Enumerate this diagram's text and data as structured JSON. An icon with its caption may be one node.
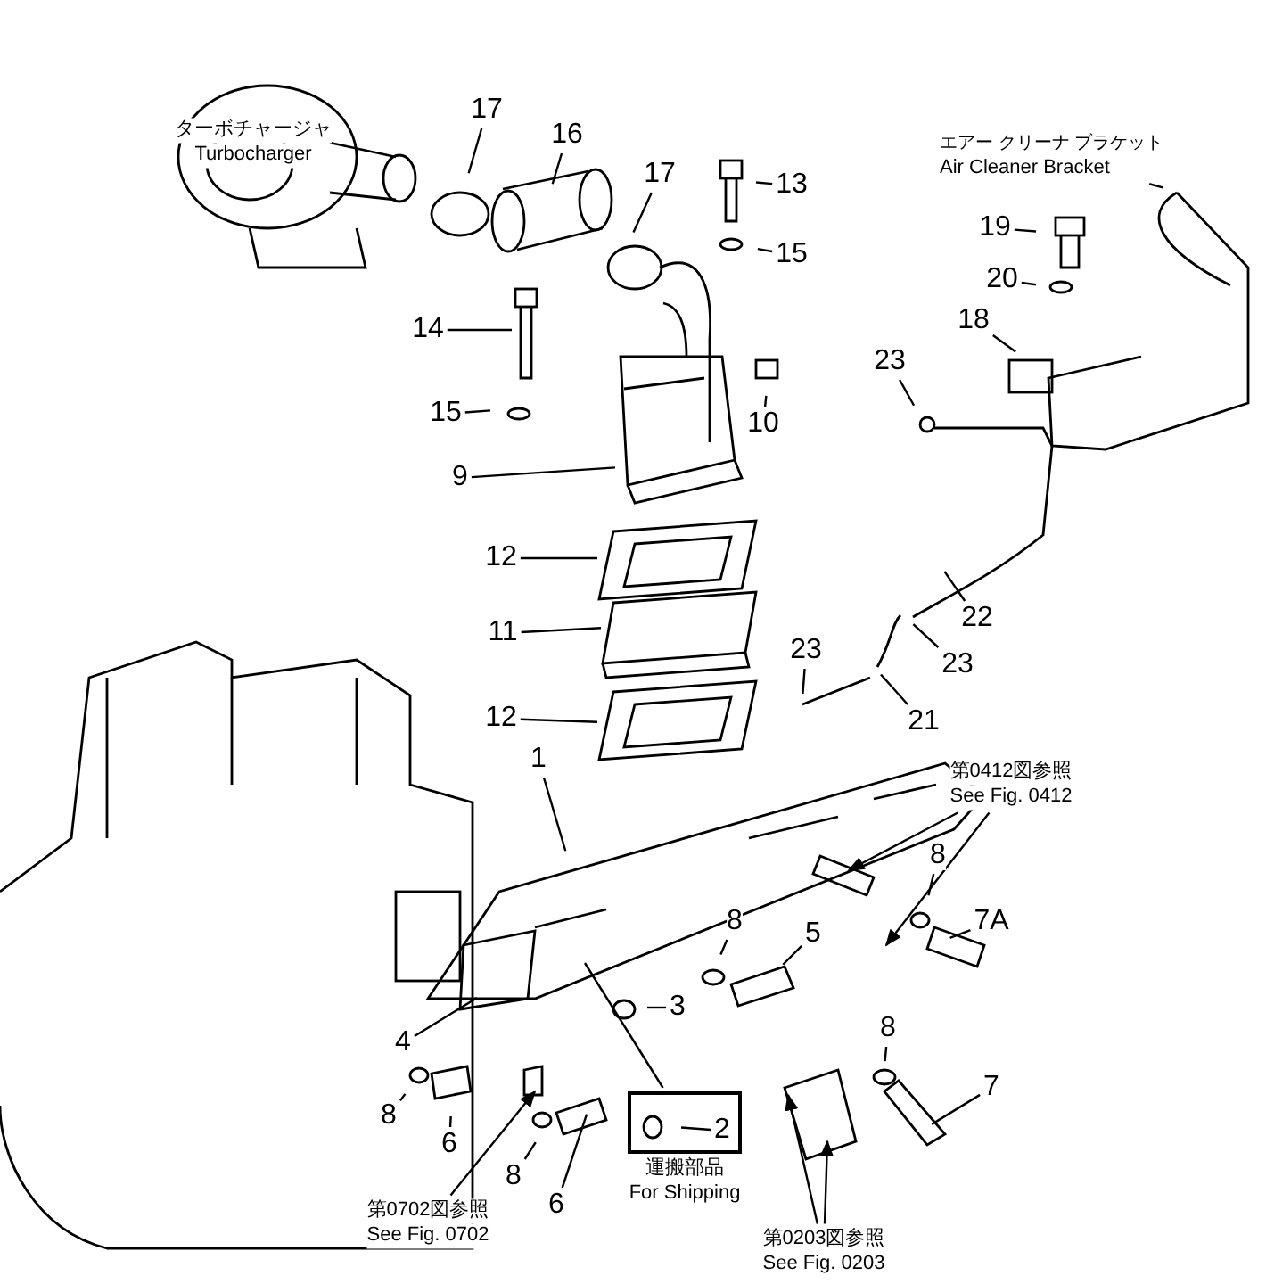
{
  "diagram": {
    "nodes": [
      {
        "text": [
          "17"
        ]
      },
      {
        "text": [
          "16"
        ]
      },
      {
        "text": [
          "エアー クリーナ ブラケット",
          "Air Cleaner Bracket"
        ]
      },
      {
        "text": [
          "17"
        ]
      },
      {
        "text": [
          "13"
        ]
      },
      {
        "text": [
          "19"
        ]
      },
      {
        "text": [
          "15"
        ]
      },
      {
        "text": [
          "20"
        ]
      },
      {
        "text": [
          "14"
        ]
      },
      {
        "text": [
          "18"
        ]
      },
      {
        "text": [
          "23"
        ]
      },
      {
        "text": [
          "15"
        ]
      },
      {
        "text": [
          "10"
        ]
      },
      {
        "text": [
          "9"
        ]
      },
      {
        "text": [
          "12"
        ]
      },
      {
        "text": [
          "22"
        ]
      },
      {
        "text": [
          "11"
        ]
      },
      {
        "text": [
          "23"
        ]
      },
      {
        "text": [
          "23"
        ]
      },
      {
        "text": [
          "12"
        ]
      },
      {
        "text": [
          "21"
        ]
      },
      {
        "text": [
          "1"
        ]
      },
      {
        "text": [
          "第0412図参照",
          "See Fig. 0412"
        ]
      },
      {
        "text": [
          "8"
        ]
      },
      {
        "text": [
          "8"
        ]
      },
      {
        "text": [
          "7A"
        ]
      },
      {
        "text": [
          "5"
        ]
      },
      {
        "text": [
          "3"
        ]
      },
      {
        "text": [
          "8"
        ]
      },
      {
        "text": [
          "4"
        ]
      },
      {
        "text": [
          "7"
        ]
      },
      {
        "text": [],
        "shape": "box",
        "beside": [
          "運搬部品",
          "For Shipping"
        ]
      },
      {
        "text": [
          "2"
        ],
        "in": 31
      },
      {
        "text": [
          "8"
        ]
      },
      {
        "text": [
          "6"
        ]
      },
      {
        "text": [
          "8"
        ]
      },
      {
        "text": [
          "6"
        ]
      },
      {
        "text": [
          "第0702図参照",
          "See Fig. 0702"
        ]
      },
      {
        "text": [
          "第0203図参照",
          "See Fig. 0203"
        ]
      },
      {
        "text": [
          "ターボチャージャ",
          "Turbocharger"
        ]
      }
    ],
    "edges": [
      {
        "from": 0,
        "to": null,
        "arrow": "none"
      },
      {
        "from": 1,
        "to": null,
        "arrow": "none"
      },
      {
        "from": 2,
        "to": null,
        "arrow": "none"
      },
      {
        "from": 3,
        "to": null,
        "arrow": "none"
      },
      {
        "from": 4,
        "to": null,
        "arrow": "none"
      },
      {
        "from": 5,
        "to": null,
        "arrow": "none"
      },
      {
        "from": 6,
        "to": null,
        "arrow": "none"
      },
      {
        "from": 7,
        "to": null,
        "arrow": "none"
      },
      {
        "from": 8,
        "to": null,
        "arrow": "none"
      },
      {
        "from": 9,
        "to": null,
        "arrow": "none"
      },
      {
        "from": 10,
        "to": null,
        "arrow": "none"
      },
      {
        "from": 11,
        "to": null,
        "arrow": "none"
      },
      {
        "from": 12,
        "to": null,
        "arrow": "none"
      },
      {
        "from": 13,
        "to": null,
        "arrow": "none"
      },
      {
        "from": 14,
        "to": null,
        "arrow": "none"
      },
      {
        "from": 15,
        "to": null,
        "arrow": "none"
      },
      {
        "from": 16,
        "to": null,
        "arrow": "none"
      },
      {
        "from": 17,
        "to": null,
        "arrow": "none"
      },
      {
        "from": 18,
        "to": null,
        "arrow": "none"
      },
      {
        "from": 19,
        "to": null,
        "arrow": "none"
      },
      {
        "from": 20,
        "to": null,
        "arrow": "none"
      },
      {
        "from": 21,
        "to": null,
        "arrow": "none"
      },
      {
        "from": 22,
        "to": null,
        "arrow": "to"
      },
      {
        "from": 22,
        "to": null,
        "arrow": "to"
      },
      {
        "from": 23,
        "to": null,
        "arrow": "none"
      },
      {
        "from": 24,
        "to": null,
        "arrow": "none"
      },
      {
        "from": 25,
        "to": null,
        "arrow": "none"
      },
      {
        "from": 26,
        "to": null,
        "arrow": "none"
      },
      {
        "from": 27,
        "to": null,
        "arrow": "none"
      },
      {
        "from": 28,
        "to": null,
        "arrow": "none"
      },
      {
        "from": 29,
        "to": null,
        "arrow": "none"
      },
      {
        "from": 30,
        "to": null,
        "arrow": "none"
      },
      {
        "from": null,
        "to": 31,
        "arrow": "none"
      },
      {
        "from": 32,
        "to": null,
        "arrow": "none"
      },
      {
        "from": 33,
        "to": null,
        "arrow": "none"
      },
      {
        "from": 34,
        "to": null,
        "arrow": "none"
      },
      {
        "from": 35,
        "to": null,
        "arrow": "none"
      },
      {
        "from": 36,
        "to": null,
        "arrow": "none"
      },
      {
        "from": 37,
        "to": null,
        "arrow": "to"
      },
      {
        "from": 38,
        "to": null,
        "arrow": "to"
      },
      {
        "from": 38,
        "to": null,
        "arrow": "to"
      }
    ]
  }
}
